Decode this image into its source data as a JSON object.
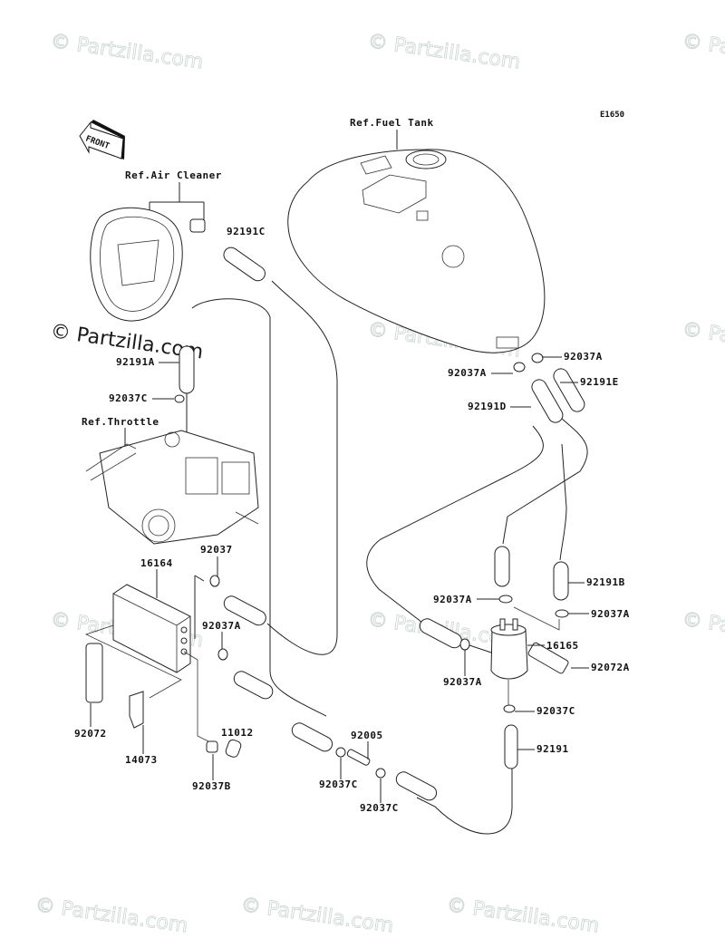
{
  "diagram": {
    "code": "E1650",
    "front_arrow_label": "FRONT",
    "watermark_text": "© Partzilla.com",
    "references": {
      "fuel_tank": "Ref.Fuel Tank",
      "air_cleaner": "Ref.Air Cleaner",
      "throttle": "Ref.Throttle"
    },
    "parts": [
      {
        "id": "92191C",
        "label": "92191C"
      },
      {
        "id": "92191A",
        "label": "92191A"
      },
      {
        "id": "92037C-top",
        "label": "92037C"
      },
      {
        "id": "92037A-tank-right",
        "label": "92037A"
      },
      {
        "id": "92037A-tank-left",
        "label": "92037A"
      },
      {
        "id": "92191E",
        "label": "92191E"
      },
      {
        "id": "92191D",
        "label": "92191D"
      },
      {
        "id": "92037",
        "label": "92037"
      },
      {
        "id": "16164",
        "label": "16164"
      },
      {
        "id": "92037A-canister",
        "label": "92037A"
      },
      {
        "id": "92072",
        "label": "92072"
      },
      {
        "id": "14073",
        "label": "14073"
      },
      {
        "id": "11012",
        "label": "11012"
      },
      {
        "id": "92037B",
        "label": "92037B"
      },
      {
        "id": "92005",
        "label": "92005"
      },
      {
        "id": "92037C-mid-left",
        "label": "92037C"
      },
      {
        "id": "92037C-mid-right",
        "label": "92037C"
      },
      {
        "id": "92191B",
        "label": "92191B"
      },
      {
        "id": "92037A-filter-top-left",
        "label": "92037A"
      },
      {
        "id": "92037A-filter-top-right",
        "label": "92037A"
      },
      {
        "id": "16165",
        "label": "16165"
      },
      {
        "id": "92037A-filter-left",
        "label": "92037A"
      },
      {
        "id": "92072A",
        "label": "92072A"
      },
      {
        "id": "92037C-filter-bottom",
        "label": "92037C"
      },
      {
        "id": "92191",
        "label": "92191"
      }
    ]
  }
}
